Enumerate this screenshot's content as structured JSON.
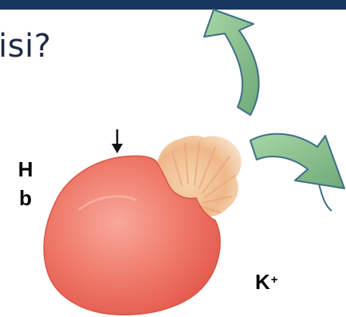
{
  "title_fragment": "isi?",
  "labels": {
    "hb_line1": "H",
    "hb_line2": "b",
    "potassium": "K",
    "potassium_charge": "+"
  },
  "colors": {
    "top_bar": "#17375e",
    "cell_fill": "#ee7566",
    "cell_highlight": "#f7a79b",
    "arrow_fill": "#8cc08c",
    "arrow_stroke": "#3f6f86",
    "burst_fill": "#f3c79a"
  },
  "icons": {
    "down_arrow": "down-arrow-icon",
    "curved_arrow_upper": "curved-arrow-icon",
    "curved_arrow_lower": "curved-arrow-icon"
  }
}
